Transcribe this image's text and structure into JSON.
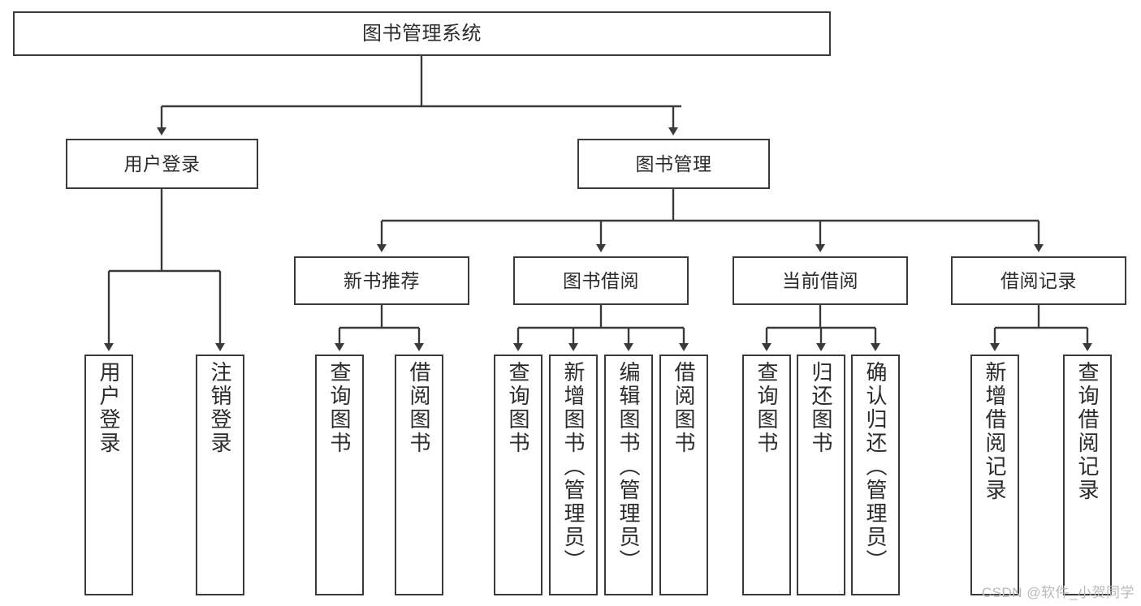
{
  "diagram": {
    "title": "图书管理系统",
    "type": "hierarchy-tree",
    "colors": {
      "box_border": "#3a3a3a",
      "box_fill": "#ffffff",
      "connector": "#3a3a3a",
      "text": "#2b2b2b",
      "watermark": "#b9b9b9",
      "background": "#ffffff"
    },
    "root": {
      "label": "图书管理系统"
    },
    "level2": [
      {
        "label": "用户登录"
      },
      {
        "label": "图书管理"
      }
    ],
    "level3": [
      {
        "label": "新书推荐"
      },
      {
        "label": "图书借阅"
      },
      {
        "label": "当前借阅"
      },
      {
        "label": "借阅记录"
      }
    ],
    "leaves": {
      "user_login": [
        {
          "label": "用户登录"
        },
        {
          "label": "注销登录"
        }
      ],
      "new_book_recommend": [
        {
          "label": "查询图书"
        },
        {
          "label": "借阅图书"
        }
      ],
      "book_borrow": [
        {
          "label": "查询图书"
        },
        {
          "label": "新增图书（管理员）"
        },
        {
          "label": "编辑图书（管理员）"
        },
        {
          "label": "借阅图书"
        }
      ],
      "current_borrow": [
        {
          "label": "查询图书"
        },
        {
          "label": "归还图书"
        },
        {
          "label": "确认归还（管理员）"
        }
      ],
      "borrow_record": [
        {
          "label": "新增借阅记录"
        },
        {
          "label": "查询借阅记录"
        }
      ]
    },
    "watermark": "CSDN @软件_小贺同学"
  }
}
